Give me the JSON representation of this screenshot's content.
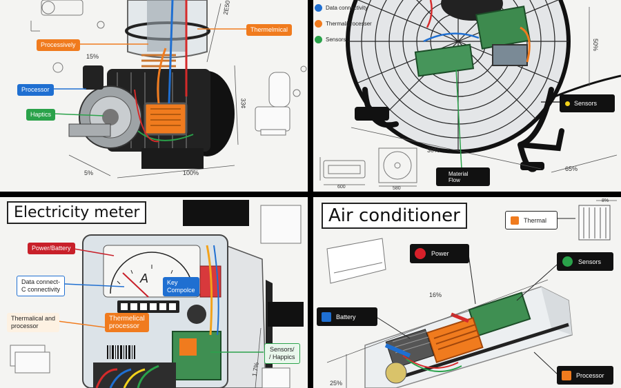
{
  "panels": {
    "motor": {
      "labels": {
        "processively": "Processively",
        "processor": "Processor",
        "haptics": "Haptics",
        "thermelmical": "Thermelmical"
      },
      "dims": {
        "d1": "2E50",
        "d2": "15%",
        "d3": "33¢",
        "d4": "5%",
        "d5": "100%"
      }
    },
    "fan": {
      "legend": [
        {
          "label": "Data connectivity",
          "color": "#1f6fd1"
        },
        {
          "label": "Thermal/processer",
          "color": "#f07b1e"
        },
        {
          "label": "Sensors",
          "color": "#2aa24a"
        }
      ],
      "sensors_label": "Sensors",
      "material_flow": {
        "line1": "Material",
        "line2": "Flow"
      },
      "dims": {
        "d1": "50%",
        "d2": "30%",
        "d3": "65%",
        "d4": "600",
        "d5": "580"
      }
    },
    "meter": {
      "title": "Electricity meter",
      "labels": {
        "power_battery": "Power/Battery",
        "data_connect_1": "Data connect-",
        "data_connect_2": "C  connectivity",
        "thermalical_1": "Thermalical  and",
        "thermalical_2": "processor",
        "key_1": "Key",
        "key_2": "Compolce",
        "thermelical_1": "Thermelical",
        "thermelical_2": "processor",
        "sensors_1": "Sensors/",
        "sensors_2": "/ Happics"
      },
      "dial_letter": "A",
      "dims": {
        "d1": "1.7%"
      }
    },
    "ac": {
      "title": "Air conditioner",
      "labels": {
        "thermal": "Thermal",
        "power": "Power",
        "sensors": "Sensors",
        "battery": "Battery",
        "processor": "Processor"
      },
      "colors": {
        "thermal": "#f07b1e",
        "power": "#d7202a",
        "sensors": "#2aa24a",
        "battery": "#1f6fd1",
        "processor": "#f07b1e"
      },
      "dims": {
        "d1": "16%",
        "d2": "25%",
        "d3": "8%"
      }
    }
  }
}
